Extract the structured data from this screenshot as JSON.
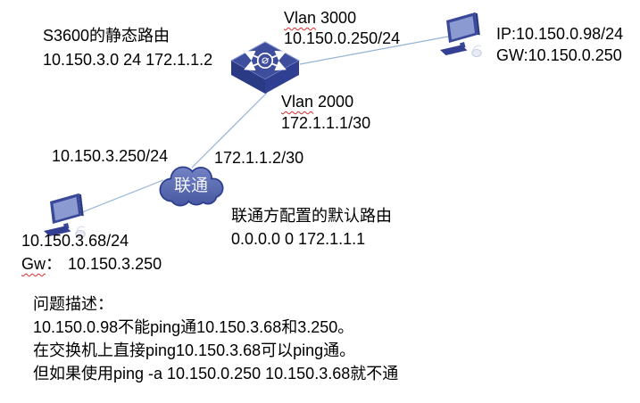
{
  "colors": {
    "connector": "#94b3d7",
    "device_blue": "#3a489a",
    "device_dark": "#2b3a85",
    "screen_blue": "#8c9ad2",
    "cloud_blue": "#4b5ea8",
    "spellcheck_red": "#dd2b2b",
    "background": "#ffffff",
    "text": "#000000"
  },
  "diagram": {
    "switch_note": {
      "title": "S3600的静态路由",
      "route": "10.150.3.0 24 172.1.1.2"
    },
    "vlan3000": {
      "word": "Vlan",
      "number": "3000",
      "ip": "10.150.0.250/24"
    },
    "pc_right": {
      "ip": "IP:10.150.0.98/24",
      "gw": "GW:10.150.0.250"
    },
    "vlan2000": {
      "word": "Vlan",
      "number": "2000",
      "ip": "172.1.1.1/30"
    },
    "switch_lan_ip": "10.150.3.250/24",
    "isp_wan_ip": "172.1.1.2/30",
    "cloud_label": "联通",
    "pc_left": {
      "ip": "10.150.3.68/24",
      "gw_word": "Gw",
      "gw_colon": "：",
      "gw_value": "10.150.3.250"
    },
    "isp_note": {
      "title": "联通方配置的默认路由",
      "route": "0.0.0.0 0 172.1.1.1"
    }
  },
  "problem": {
    "title": "问题描述：",
    "lines": [
      "10.150.0.98不能ping通10.150.3.68和3.250。",
      "在交换机上直接ping10.150.3.68可以ping通。",
      "但如果使用ping -a 10.150.0.250 10.150.3.68就不通"
    ]
  }
}
